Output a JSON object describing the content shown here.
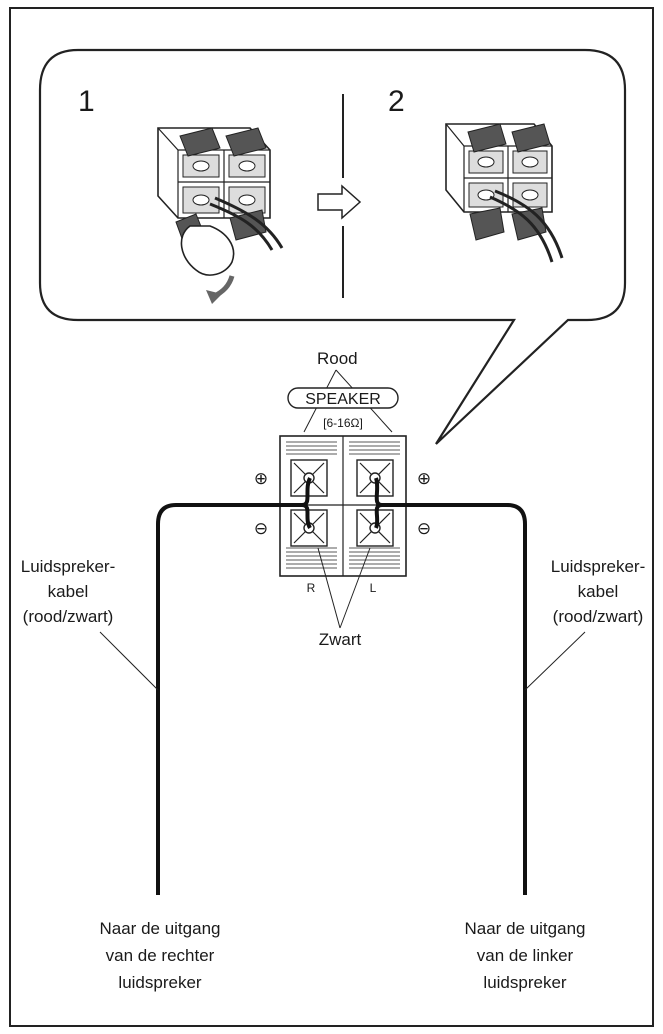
{
  "steps": {
    "step1": "1",
    "step2": "2"
  },
  "terminal": {
    "label": "SPEAKER",
    "impedance": "[6-16Ω]",
    "channel_right": "R",
    "channel_left": "L",
    "plus_symbol": "⊕",
    "minus_symbol": "⊖"
  },
  "labels": {
    "red": "Rood",
    "black": "Zwart",
    "left_cable": [
      "Luidspreker-",
      "kabel",
      "(rood/zwart)"
    ],
    "right_cable": [
      "Luidspreker-",
      "kabel",
      "(rood/zwart)"
    ],
    "bottom_left": [
      "Naar de uitgang",
      "van de rechter",
      "luidspreker"
    ],
    "bottom_right": [
      "Naar de uitgang",
      "van de linker",
      "luidspreker"
    ]
  }
}
